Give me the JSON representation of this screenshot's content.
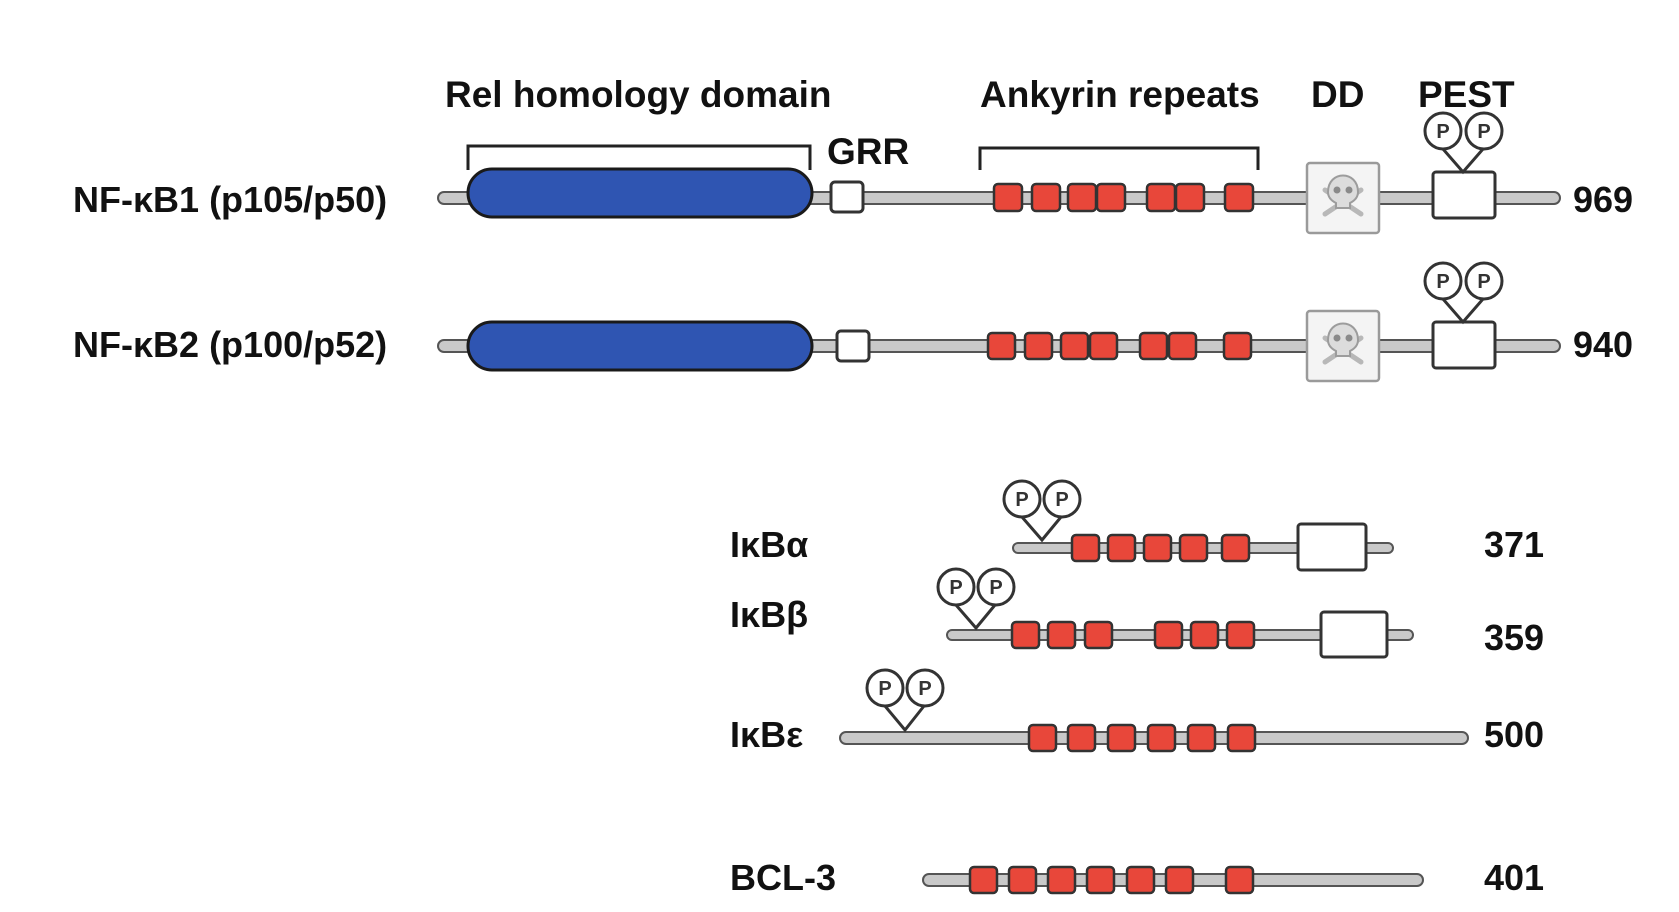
{
  "labels": {
    "rhd": "Rel homology domain",
    "grr": "GRR",
    "ankyrin": "Ankyrin repeats",
    "dd": "DD",
    "pest": "PEST",
    "phospho": "P"
  },
  "colors": {
    "rhd_fill": "#2f55b2",
    "ankyrin_fill": "#e8473a",
    "backbone": "#c9c9c9",
    "box_fill": "#ffffff"
  },
  "icons": {
    "death_domain": "skull-crossbones-icon"
  },
  "proteins": [
    {
      "name": "NF-κB1 (p105/p50)",
      "length": "969"
    },
    {
      "name": "NF-κB2 (p100/p52)",
      "length": "940"
    },
    {
      "name": "IκBα",
      "length": "371"
    },
    {
      "name": "IκBβ",
      "length": "359"
    },
    {
      "name": "IκBε",
      "length": "500"
    },
    {
      "name": "BCL-3",
      "length": "401"
    }
  ]
}
